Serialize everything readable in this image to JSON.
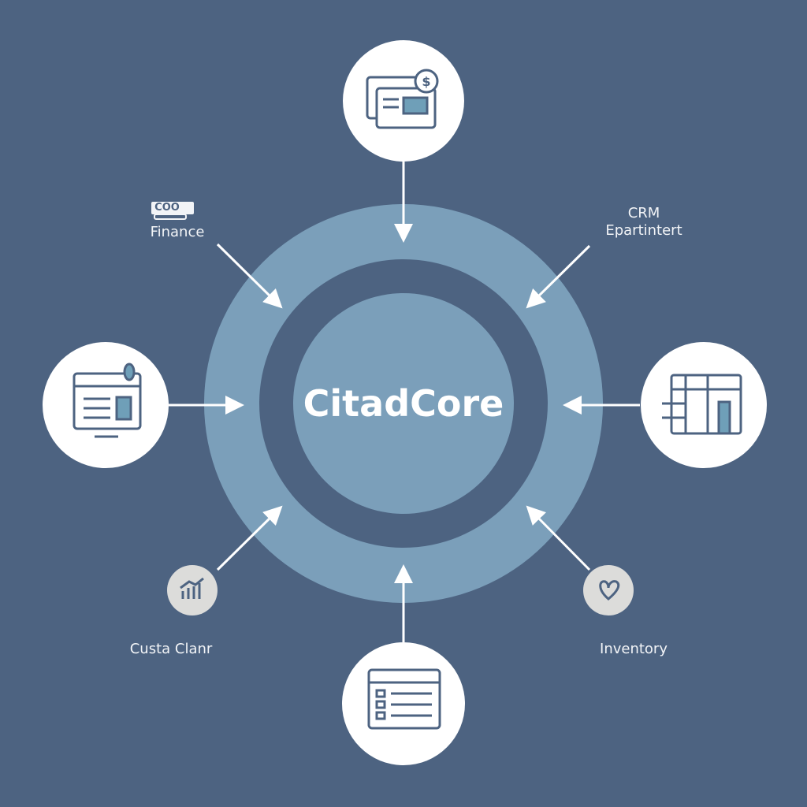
{
  "center": {
    "title": "CitadCore"
  },
  "labels": {
    "finance": "Finance",
    "finance_badge": "COO",
    "crm_line1": "CRM",
    "crm_line2": "Epartintert",
    "custa": "Custa Clanr",
    "inventory": "Inventory"
  },
  "colors": {
    "background": "#4d6381",
    "ring": "#7b9fba",
    "node": "#ffffff",
    "icon": "#4d6381",
    "accent": "#6f9fb8"
  }
}
